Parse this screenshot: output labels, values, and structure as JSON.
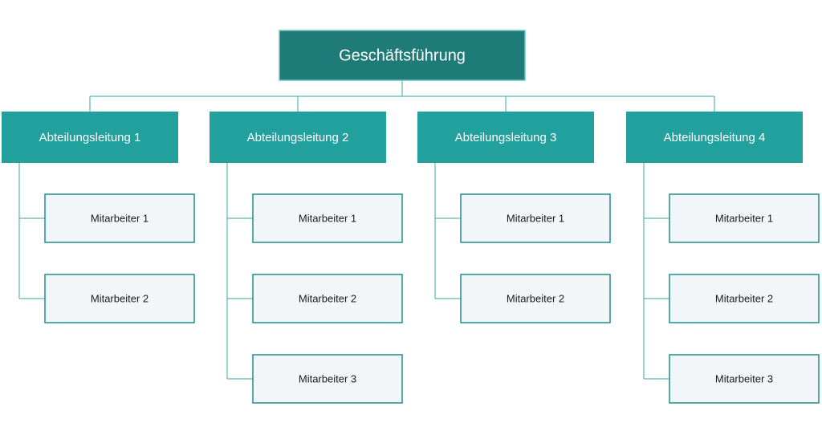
{
  "colors": {
    "top_fill": "#1e7b78",
    "top_border": "#6fc4c1",
    "dept_fill": "#22a09d",
    "employee_fill": "#f2f6f8",
    "employee_border": "#1f8f8b",
    "connector": "#5fb3b3",
    "top_text": "#ffffff",
    "dept_text": "#ffffff",
    "employee_text": "#1a1a1a"
  },
  "top": {
    "label": "Geschäftsführung"
  },
  "departments": [
    {
      "label": "Abteilungsleitung 1",
      "employees": [
        "Mitarbeiter 1",
        "Mitarbeiter 2"
      ]
    },
    {
      "label": "Abteilungsleitung 2",
      "employees": [
        "Mitarbeiter 1",
        "Mitarbeiter 2",
        "Mitarbeiter 3"
      ]
    },
    {
      "label": "Abteilungsleitung 3",
      "employees": [
        "Mitarbeiter 1",
        "Mitarbeiter 2"
      ]
    },
    {
      "label": "Abteilungsleitung 4",
      "employees": [
        "Mitarbeiter 1",
        "Mitarbeiter 2",
        "Mitarbeiter 3"
      ]
    }
  ]
}
